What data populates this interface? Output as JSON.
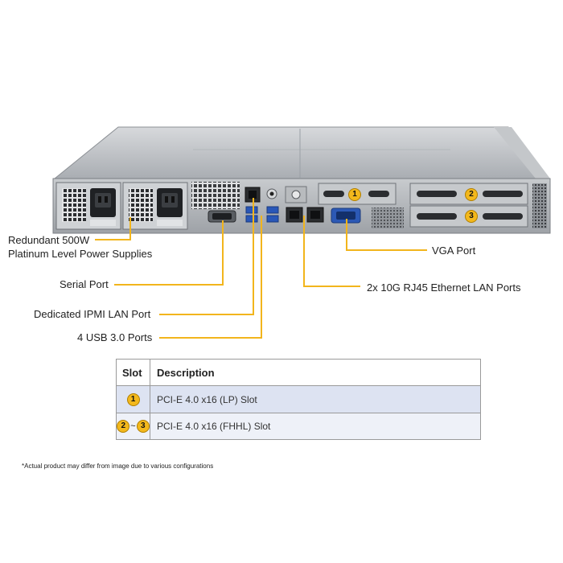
{
  "callouts": {
    "psu_line1": "Redundant 500W",
    "psu_line2": "Platinum Level Power Supplies",
    "serial": "Serial Port",
    "ipmi": "Dedicated IPMI  LAN Port",
    "usb": "4 USB 3.0 Ports",
    "vga": "VGA Port",
    "lan": "2x 10G RJ45 Ethernet LAN Ports"
  },
  "slot_badges": {
    "one": "1",
    "two": "2",
    "three": "3"
  },
  "table": {
    "headers": {
      "slot": "Slot",
      "description": "Description"
    },
    "rows": [
      {
        "slot": "1",
        "description": "PCI-E  4.0 x16  (LP) Slot"
      },
      {
        "slot_from": "2",
        "separator": "~",
        "slot_to": "3",
        "description": "PCI-E  4.0 x16  (FHHL)  Slot"
      }
    ]
  },
  "footnote": "*Actual product may differ from image due to various configurations",
  "colors": {
    "leader_line": "#f2b51c",
    "badge": "#f3b81c",
    "chassis": "#b9bcc0",
    "table_row_1": "#dde3f2",
    "table_row_2": "#eef1f8"
  }
}
